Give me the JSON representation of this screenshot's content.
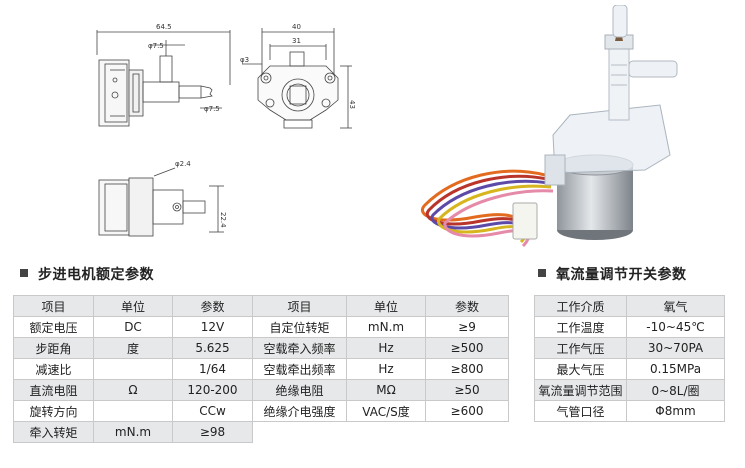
{
  "drawing": {
    "dims": {
      "overall_length": "64.5",
      "inlet_diameter": "φ7.5",
      "outlet_diameter": "φ7.5",
      "width_outer": "40",
      "width_inner": "31",
      "hole_diameter": "φ3",
      "height": "43",
      "pin_diameter": "φ2.4",
      "side_height": "22.4"
    }
  },
  "motor_section": {
    "title": "步进电机额定参数",
    "left_table": {
      "headers": [
        "项目",
        "单位",
        "参数"
      ],
      "rows": [
        [
          "额定电压",
          "DC",
          "12V"
        ],
        [
          "步距角",
          "度",
          "5.625"
        ],
        [
          "减速比",
          "",
          "1/64"
        ],
        [
          "直流电阻",
          "Ω",
          "120-200"
        ],
        [
          "旋转方向",
          "",
          "CCw"
        ],
        [
          "牵入转矩",
          "mN.m",
          "≥98"
        ]
      ]
    },
    "right_table": {
      "headers": [
        "项目",
        "单位",
        "参数"
      ],
      "rows": [
        [
          "自定位转矩",
          "mN.m",
          "≥9"
        ],
        [
          "空载牵入频率",
          "Hz",
          "≥500"
        ],
        [
          "空载牵出频率",
          "Hz",
          "≥800"
        ],
        [
          "绝缘电阻",
          "MΩ",
          "≥50"
        ],
        [
          "绝缘介电强度",
          "VAC/S度",
          "≥600"
        ]
      ]
    }
  },
  "switch_section": {
    "title": "氧流量调节开关参数",
    "table": {
      "rows": [
        [
          "工作介质",
          "氧气"
        ],
        [
          "工作温度",
          "-10~45℃"
        ],
        [
          "工作气压",
          "30~70PA"
        ],
        [
          "最大气压",
          "0.15MPa"
        ],
        [
          "氧流量调节范围",
          "0~8L/圈"
        ],
        [
          "气管口径",
          "Φ8mm"
        ]
      ]
    }
  }
}
